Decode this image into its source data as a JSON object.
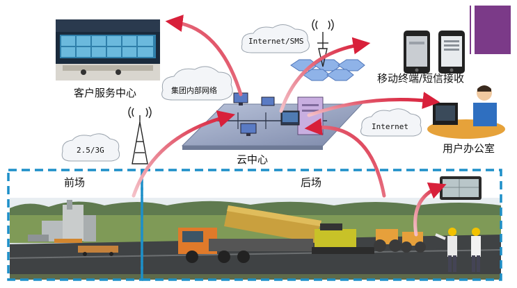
{
  "nodes": {
    "customer_center": "客户服务中心",
    "cloud_center": "云中心",
    "mobile_terminal": "移动终端/短信接收",
    "user_office": "用户办公室"
  },
  "links": {
    "internet_sms": "Internet/SMS",
    "group_network": "集团内部网络",
    "internet": "Internet",
    "cellular": "2.5/3G"
  },
  "zones": {
    "front": "前场",
    "back": "后场"
  },
  "colors": {
    "arrow": "#d8203a",
    "dashed_border": "#1d8fc8",
    "corner_square": "#7b3a88",
    "platform": "#9aa6c4"
  }
}
